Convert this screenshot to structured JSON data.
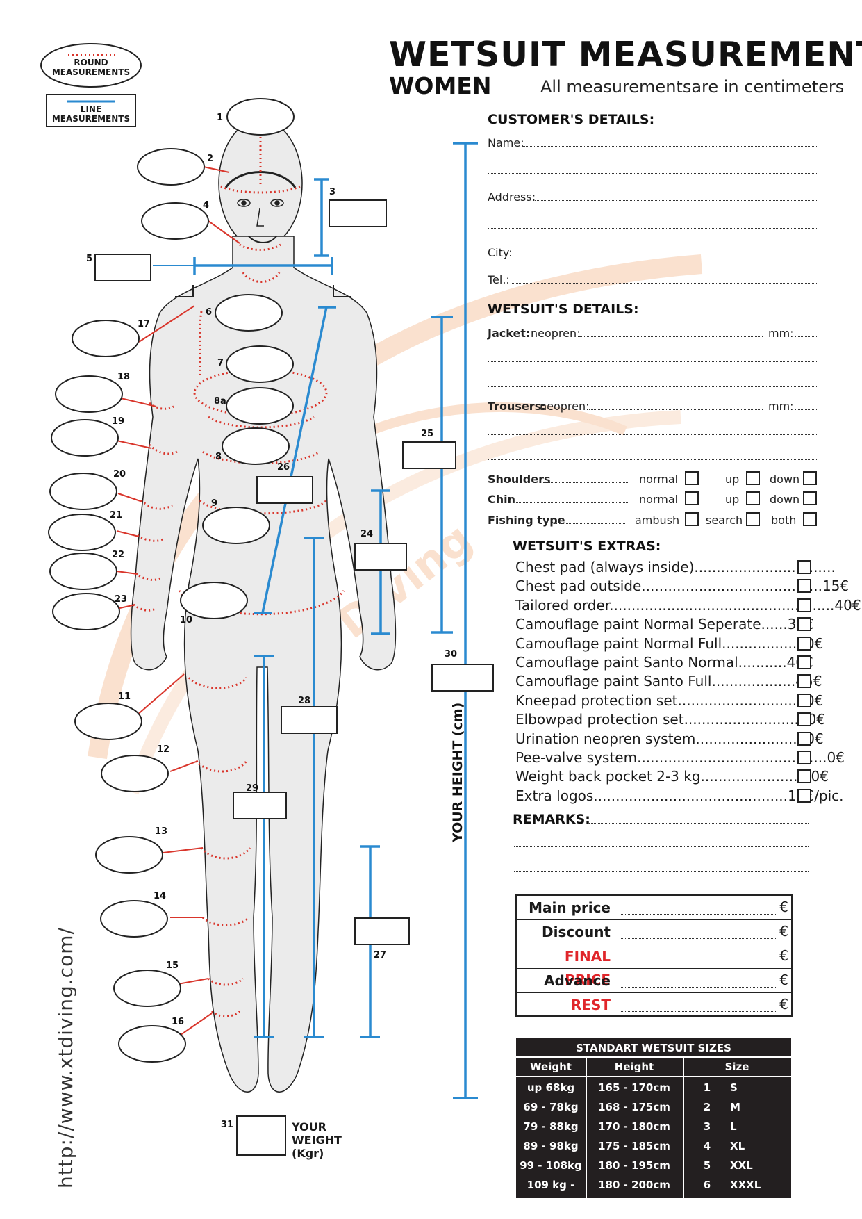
{
  "header": {
    "title": "WETSUIT MEASUREMENTS",
    "subtitle": "WOMEN",
    "units_note": "All measurementsare in centimeters"
  },
  "legend": {
    "round": "ROUND MEASUREMENTS",
    "line": "LINE MEASUREMENTS"
  },
  "colors": {
    "accent_blue": "#2a8ad0",
    "round_red": "#d9352b",
    "watermark": "#f6c9a8",
    "price_red": "#e0262b",
    "table_bg": "#231f20"
  },
  "customer": {
    "heading": "CUSTOMER'S DETAILS:",
    "name": "Name:",
    "address": "Address:",
    "city": "City:",
    "tel": "Tel.:"
  },
  "wetsuit": {
    "heading": "WETSUIT'S DETAILS:",
    "jacket": "Jacket:",
    "jacket_neopren": "neopren:",
    "trousers": "Trousers:",
    "trousers_neopren": "neopren:",
    "mm": "mm:"
  },
  "options": {
    "shoulders": {
      "label": "Shoulders",
      "opts": [
        "normal",
        "up",
        "down"
      ]
    },
    "chin": {
      "label": "Chin",
      "opts": [
        "normal",
        "up",
        "down"
      ]
    },
    "fishing": {
      "label": "Fishing type",
      "opts": [
        "ambush",
        "search",
        "both"
      ]
    }
  },
  "extras": {
    "heading": "WETSUIT'S EXTRAS:",
    "items": [
      "Chest pad (always inside)................................",
      "Chest pad outside.........................................15€",
      "Tailored order...................................................40€",
      "Camouflage paint Normal Seperate......30€",
      "Camouflage paint Normal Full.................30€",
      "Camouflage paint Santo Normal...........40€",
      "Camouflage paint Santo Full...................45€",
      "Kneepad protection set...........................20€",
      "Elbowpad protection set..........................20€",
      "Urination neopren system.......................30€",
      "Pee-valve system...........................................0€",
      "Weight back pocket 2-3 kg.......................30€",
      "Extra logos............................................15€/pic."
    ]
  },
  "remarks": {
    "heading": "REMARKS:"
  },
  "prices": [
    {
      "label": "Main price",
      "currency": "€",
      "highlight": false
    },
    {
      "label": "Discount",
      "currency": "€",
      "highlight": false
    },
    {
      "label": "FINAL PRICE",
      "currency": "€",
      "highlight": true
    },
    {
      "label": "Advance",
      "currency": "€",
      "highlight": false
    },
    {
      "label": "REST",
      "currency": "€",
      "highlight": true
    }
  ],
  "sizes_table": {
    "title": "STANDART  WETSUIT SIZES",
    "headers": [
      "Weight",
      "Height",
      "Size"
    ],
    "rows": [
      [
        "up 68kg",
        "165 - 170cm",
        "1",
        "S"
      ],
      [
        "69 - 78kg",
        "168 - 175cm",
        "2",
        "M"
      ],
      [
        "79 - 88kg",
        "170 - 180cm",
        "3",
        "L"
      ],
      [
        "89 - 98kg",
        "175 - 185cm",
        "4",
        "XL"
      ],
      [
        "99 - 108kg",
        "180 - 195cm",
        "5",
        "XXL"
      ],
      [
        "109 kg -",
        "180 - 200cm",
        "6",
        "XXXL"
      ]
    ]
  },
  "height_label": "YOUR HEIGHT (cm)",
  "weight_label": [
    "YOUR",
    "WEIGHT",
    "(Kgr)"
  ],
  "website": "http://www.xtdiving.com/",
  "watermark_text": "XT Diving",
  "measure_numbers": {
    "n1": "1",
    "n2": "2",
    "n3": "3",
    "n4": "4",
    "n5": "5",
    "n6": "6",
    "n7": "7",
    "n8a": "8a",
    "n8": "8",
    "n9": "9",
    "n10": "10",
    "n11": "11",
    "n12": "12",
    "n13": "13",
    "n14": "14",
    "n15": "15",
    "n16": "16",
    "n17": "17",
    "n18": "18",
    "n19": "19",
    "n20": "20",
    "n21": "21",
    "n22": "22",
    "n23": "23",
    "n24": "24",
    "n25": "25",
    "n26": "26",
    "n27": "27",
    "n28": "28",
    "n29": "29",
    "n30": "30",
    "n31": "31"
  }
}
